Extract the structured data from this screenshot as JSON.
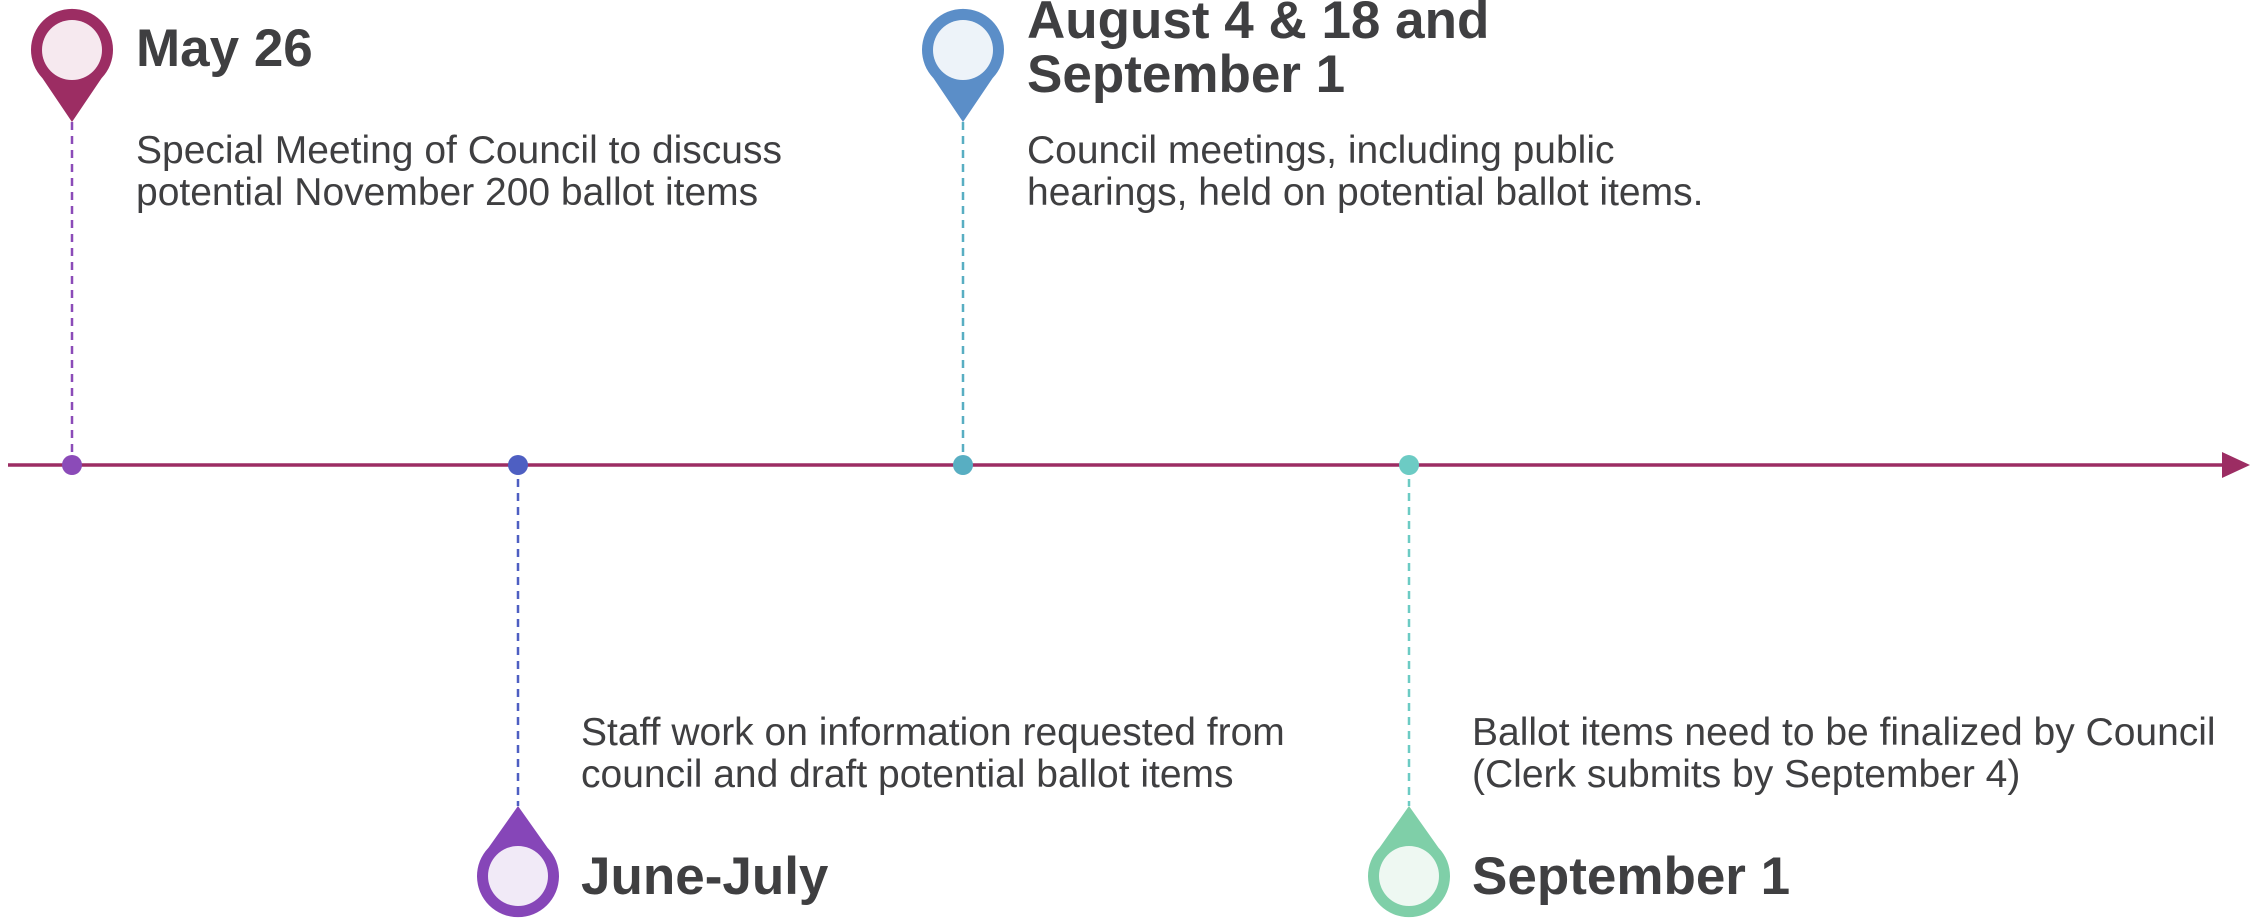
{
  "timeline": {
    "axis_color": "#9c2d63",
    "events": [
      {
        "title": "May 26",
        "description": "Special Meeting of Council to discuss potential November 200 ballot items",
        "side": "above",
        "pin_color": "#9c2d63",
        "pin_fill": "#f6e9ef",
        "dot_color": "#8b4bb8",
        "line_color": "#8b4bb8"
      },
      {
        "title": "June-July",
        "description": "Staff work on information requested from council and draft potential ballot items",
        "side": "below",
        "pin_color": "#8646b8",
        "pin_fill": "#f1eaf7",
        "dot_color": "#4e5fc2",
        "line_color": "#4e5fc2"
      },
      {
        "title": "August 4 & 18 and September 1",
        "description": "Council meetings, including public hearings, held on potential ballot items.",
        "side": "above",
        "pin_color": "#5b8ec8",
        "pin_fill": "#edf3f9",
        "dot_color": "#58aec2",
        "line_color": "#58aec2"
      },
      {
        "title": "September 1",
        "description": "Ballot items need to be finalized by Council (Clerk submits by September 4)",
        "side": "below",
        "pin_color": "#7fcfa8",
        "pin_fill": "#eef8f2",
        "dot_color": "#6ccbc4",
        "line_color": "#6ccbc4"
      }
    ]
  }
}
